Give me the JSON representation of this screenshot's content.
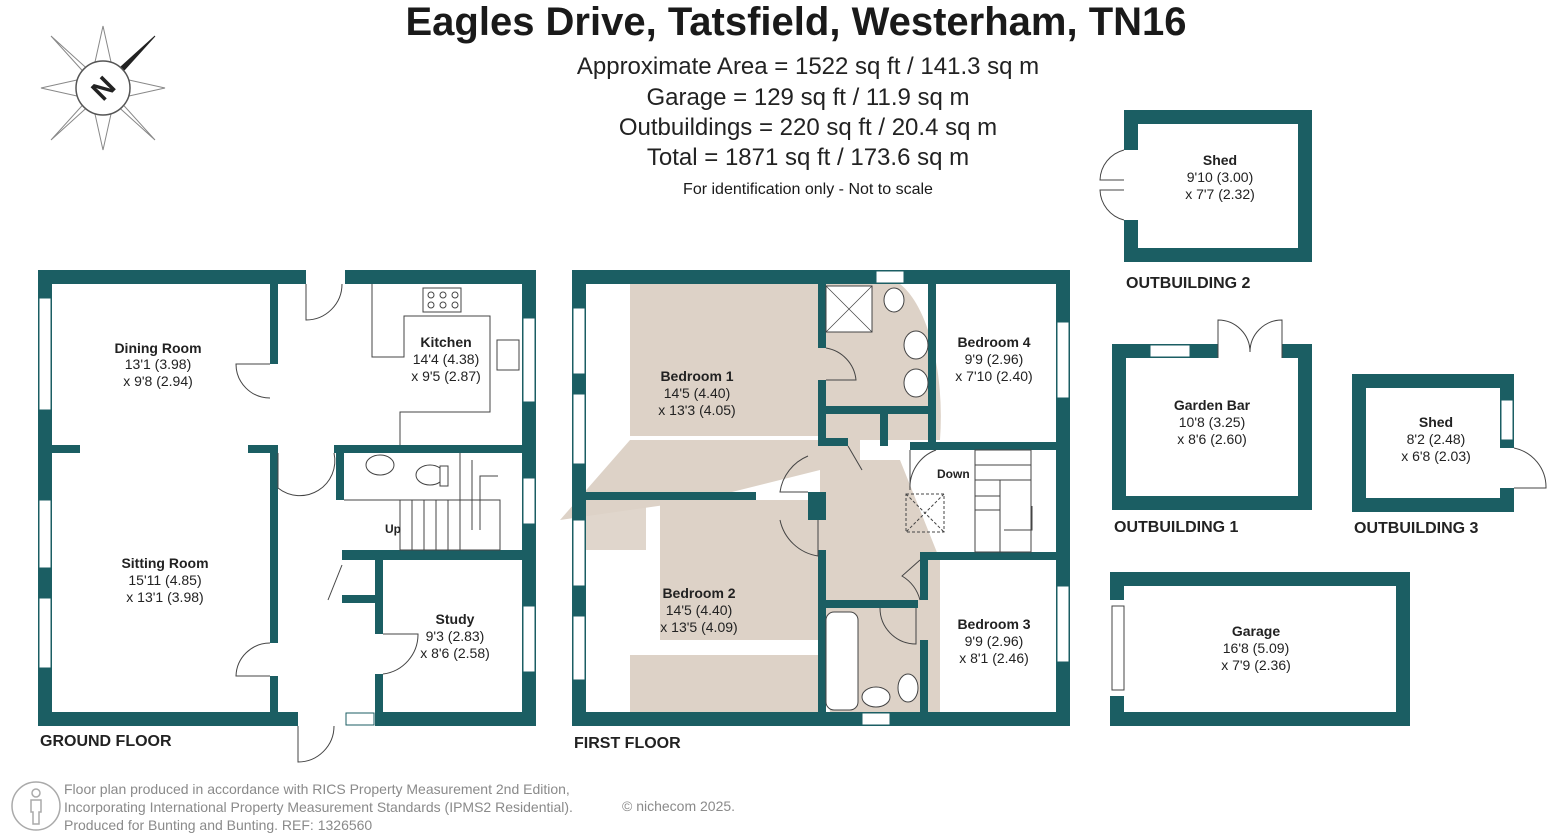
{
  "header": {
    "title": "Eagles Drive, Tatsfield, Westerham, TN16",
    "area_lines": [
      "Approximate Area = 1522 sq ft / 141.3 sq m",
      "Garage = 129 sq ft / 11.9 sq m",
      "Outbuildings = 220 sq ft / 20.4 sq m",
      "Total = 1871 sq ft / 173.6 sq m"
    ],
    "note": "For identification only - Not to scale"
  },
  "compass": {
    "letter": "N",
    "icon": "compass-north-icon"
  },
  "colors": {
    "wall": "#1b5e63",
    "shade": "#ddd2c7",
    "text": "#222222",
    "footer": "#8a8a8a"
  },
  "floors": {
    "ground": {
      "label": "GROUND FLOOR",
      "rooms": [
        {
          "name": "Dining Room",
          "dim1": "13'1 (3.98)",
          "dim2": "x 9'8 (2.94)"
        },
        {
          "name": "Kitchen",
          "dim1": "14'4 (4.38)",
          "dim2": "x 9'5 (2.87)"
        },
        {
          "name": "Sitting Room",
          "dim1": "15'11 (4.85)",
          "dim2": "x 13'1 (3.98)"
        },
        {
          "name": "Study",
          "dim1": "9'3 (2.83)",
          "dim2": "x 8'6 (2.58)"
        }
      ],
      "stairs_label": "Up"
    },
    "first": {
      "label": "FIRST FLOOR",
      "rooms": [
        {
          "name": "Bedroom 1",
          "dim1": "14'5 (4.40)",
          "dim2": "x 13'3 (4.05)"
        },
        {
          "name": "Bedroom 4",
          "dim1": "9'9 (2.96)",
          "dim2": "x 7'10 (2.40)"
        },
        {
          "name": "Bedroom 2",
          "dim1": "14'5 (4.40)",
          "dim2": "x 13'5 (4.09)"
        },
        {
          "name": "Bedroom 3",
          "dim1": "9'9 (2.96)",
          "dim2": "x 8'1 (2.46)"
        }
      ],
      "stairs_label": "Down"
    }
  },
  "outbuildings": [
    {
      "label": "OUTBUILDING 2",
      "name": "Shed",
      "dim1": "9'10 (3.00)",
      "dim2": "x 7'7 (2.32)"
    },
    {
      "label": "OUTBUILDING 1",
      "name": "Garden Bar",
      "dim1": "10'8 (3.25)",
      "dim2": "x 8'6 (2.60)"
    },
    {
      "label": "OUTBUILDING 3",
      "name": "Shed",
      "dim1": "8'2 (2.48)",
      "dim2": "x 6'8 (2.03)"
    }
  ],
  "garage": {
    "name": "Garage",
    "dim1": "16'8 (5.09)",
    "dim2": "x 7'9 (2.36)"
  },
  "footer": {
    "lines": [
      "Floor plan produced in accordance with RICS Property Measurement 2nd Edition,",
      "Incorporating International Property Measurement Standards (IPMS2 Residential).",
      "Produced for Bunting and Bunting.   REF:  1326560"
    ],
    "copyright": "© nichecom 2025.",
    "icon": "person-info-icon"
  }
}
